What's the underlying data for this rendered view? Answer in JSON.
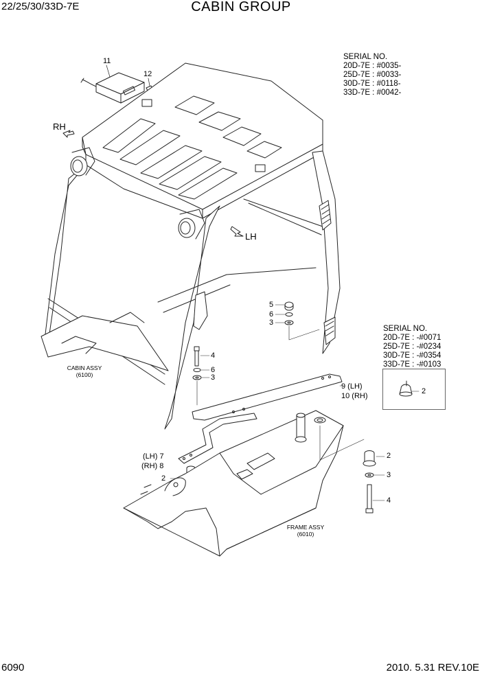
{
  "header": {
    "model": "22/25/30/33D-7E",
    "title": "CABIN GROUP"
  },
  "serial_top": {
    "heading": "SERIAL NO.",
    "lines": [
      "20D-7E : #0035-",
      "25D-7E : #0033-",
      "30D-7E : #0118-",
      "33D-7E : #0042-"
    ]
  },
  "serial_inset": {
    "heading": "SERIAL NO.",
    "lines": [
      "20D-7E : -#0071",
      "25D-7E : -#0234",
      "30D-7E : -#0354",
      "33D-7E : -#0103"
    ]
  },
  "directions": {
    "rh": "RH",
    "lh": "LH"
  },
  "assemblies": {
    "cabin": {
      "name": "CABIN ASSY",
      "code": "(6100)"
    },
    "frame": {
      "name": "FRAME ASSY",
      "code": "(6010)"
    }
  },
  "callouts": {
    "c11": "11",
    "c12": "12",
    "c5": "5",
    "c6a": "6",
    "c3a": "3",
    "c4a": "4",
    "c6b": "6",
    "c3b": "3",
    "c9": "9 (LH)",
    "c10": "10 (RH)",
    "c7": "(LH) 7",
    "c8": "(RH) 8",
    "c2a": "2",
    "c2b": "2",
    "c3c": "3",
    "c4b": "4",
    "c2inset": "2"
  },
  "footer": {
    "page": "6090",
    "date_rev": "2010. 5.31  REV.10E"
  }
}
